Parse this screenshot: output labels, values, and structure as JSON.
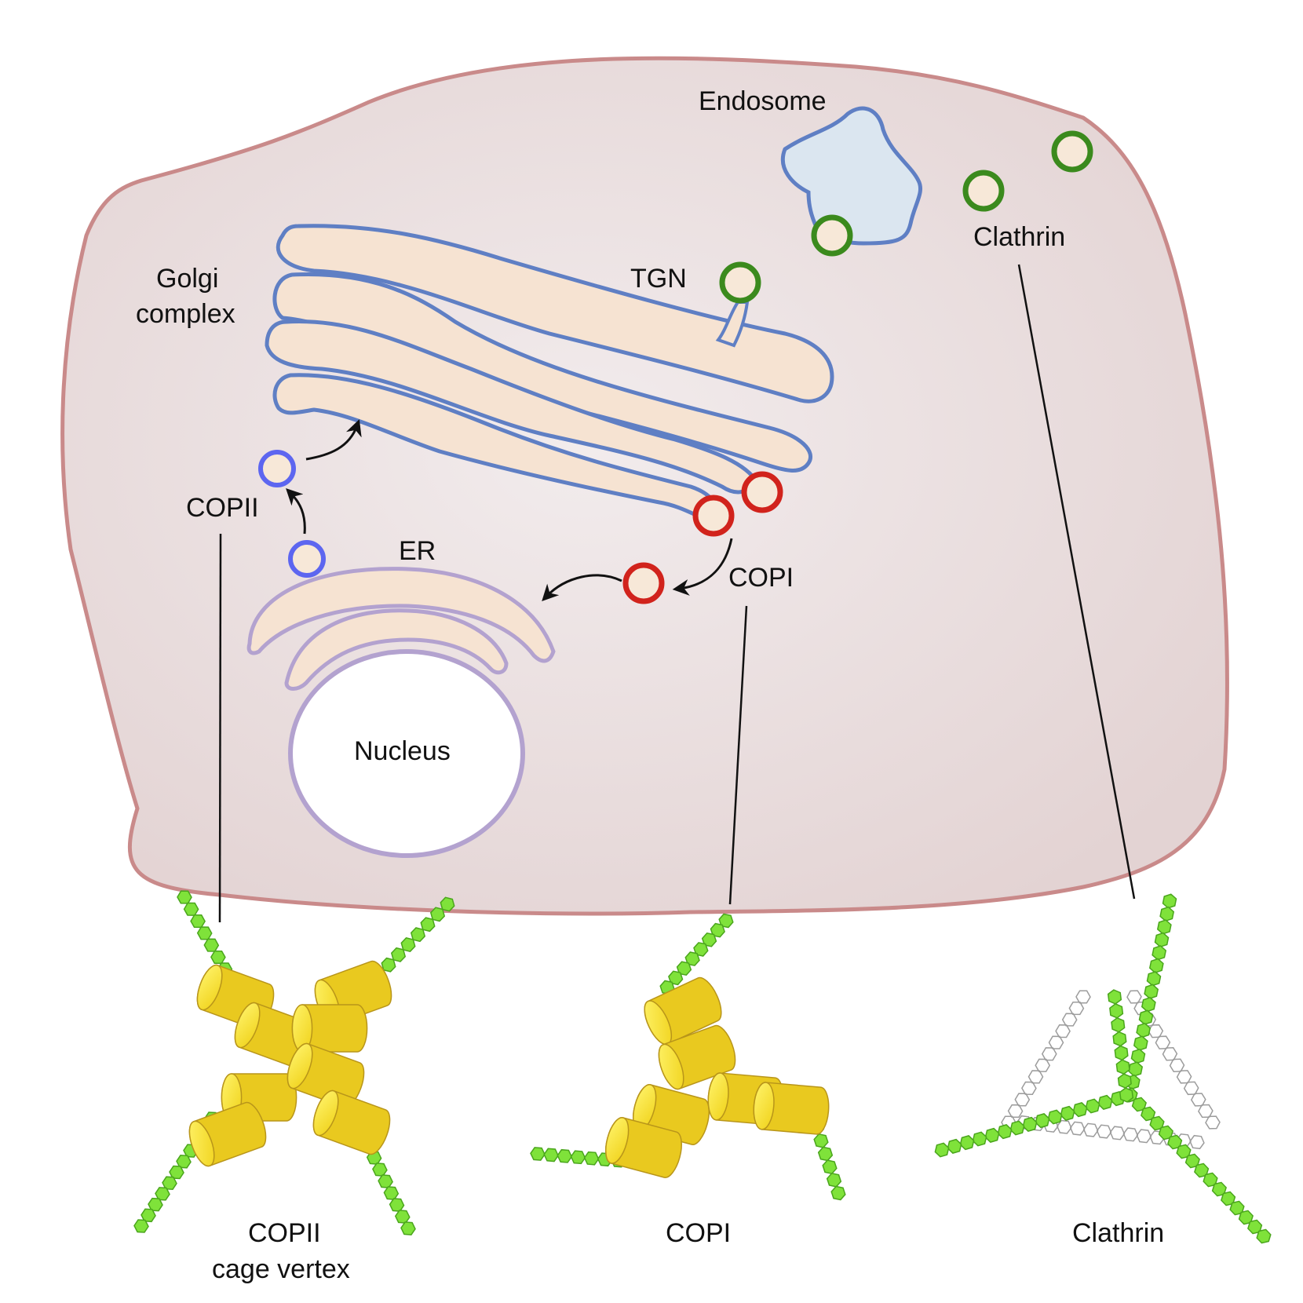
{
  "labels": {
    "endosome": "Endosome",
    "clathrin_top": "Clathrin",
    "tgn": "TGN",
    "golgi_line1": "Golgi",
    "golgi_line2": "complex",
    "copii_top": "COPII",
    "er": "ER",
    "copi_top": "COPI",
    "nucleus": "Nucleus",
    "copii_bottom_line1": "COPII",
    "copii_bottom_line2": "cage vertex",
    "copi_bottom": "COPI",
    "clathrin_bottom": "Clathrin"
  },
  "colors": {
    "cell_fill": "#e9dada",
    "cell_stroke": "#c98a8a",
    "golgi_fill": "#f6e3d2",
    "golgi_stroke": "#5f7fc4",
    "er_stroke": "#b3a2cf",
    "nucleus_fill": "#ffffff",
    "endosome_fill": "#dbe6f0",
    "copii_vesicle": "#5d66f0",
    "copi_vesicle": "#d1231c",
    "clathrin_vesicle": "#3b8a1d",
    "vesicle_fill": "#f7e8d8",
    "protein_chain": "#7fe23a",
    "protein_cylinder": "#f2dd1e",
    "clathrin_lattice": "#c8c8c8"
  }
}
